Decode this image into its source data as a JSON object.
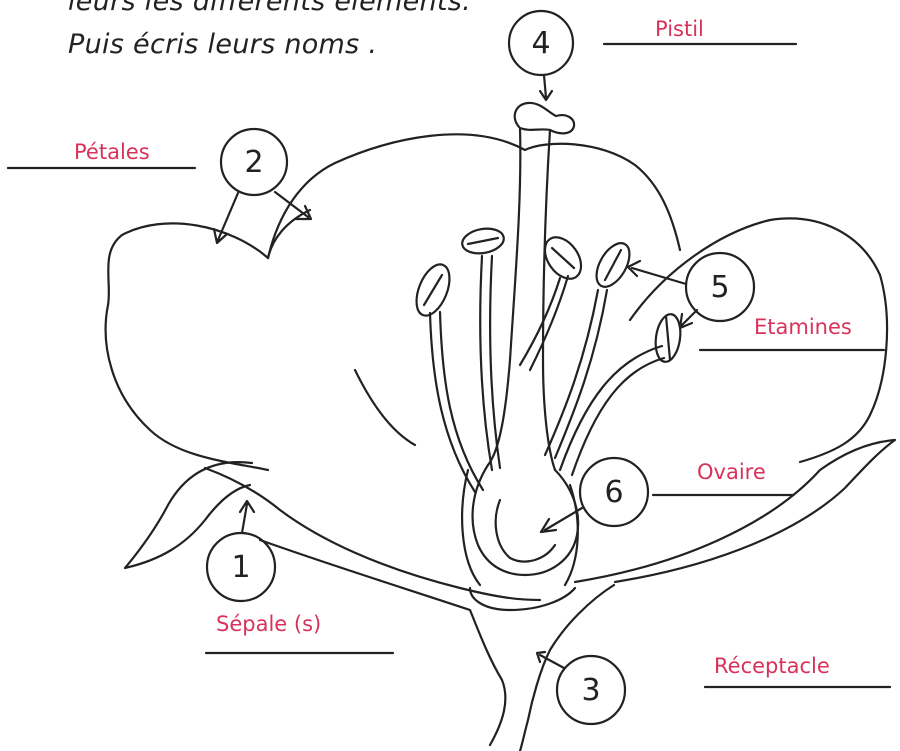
{
  "instructions": {
    "line1": "leurs les différents éléments.",
    "line2": "Puis écris leurs noms ."
  },
  "colors": {
    "ink": "#222222",
    "label": "#d9325a",
    "background": "#ffffff"
  },
  "labels": {
    "petales": "Pétales",
    "pistil": "Pistil",
    "etamines": "Etamines",
    "ovaire": "Ovaire",
    "sepales": "Sépale (s)",
    "receptacle": "Réceptacle"
  },
  "markers": {
    "m1": "1",
    "m2": "2",
    "m3": "3",
    "m4": "4",
    "m5": "5",
    "m6": "6"
  }
}
